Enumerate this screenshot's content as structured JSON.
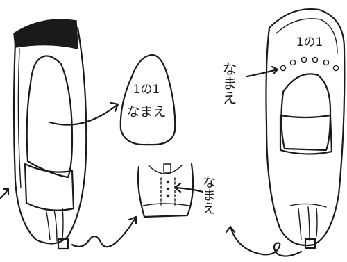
{
  "labels": {
    "insole_class": "1の1",
    "insole_name": "なまえ",
    "heel_name_annotation": "なまえ",
    "right_class": "1の1",
    "right_name_side": "なまえ"
  },
  "colors": {
    "ink": "#1a1a1a",
    "paper": "#ffffff"
  },
  "icons": {
    "left_shoe": "slipper-shoe-drawing",
    "insole": "insole-drawing",
    "heel_detail": "heel-tab-drawing",
    "right_shoe": "slipper-shoe-drawing",
    "arrows": "hand-drawn-arrow"
  }
}
